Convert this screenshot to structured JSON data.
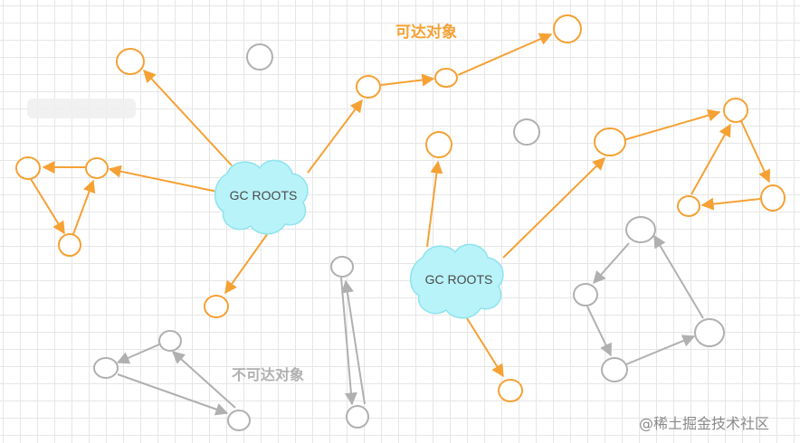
{
  "labels": {
    "reachable": "可达对象",
    "unreachable": "不可达对象",
    "root_left": "GC ROOTS",
    "root_right": "GC ROOTS",
    "watermark": "@稀土掘金技术社区"
  },
  "colors": {
    "reachable": "#f5a134",
    "unreachable": "#b0b0b0",
    "root_fill": "#b8f3f9",
    "root_stroke": "#8ee3ee",
    "root_text": "#4a4a4a"
  }
}
